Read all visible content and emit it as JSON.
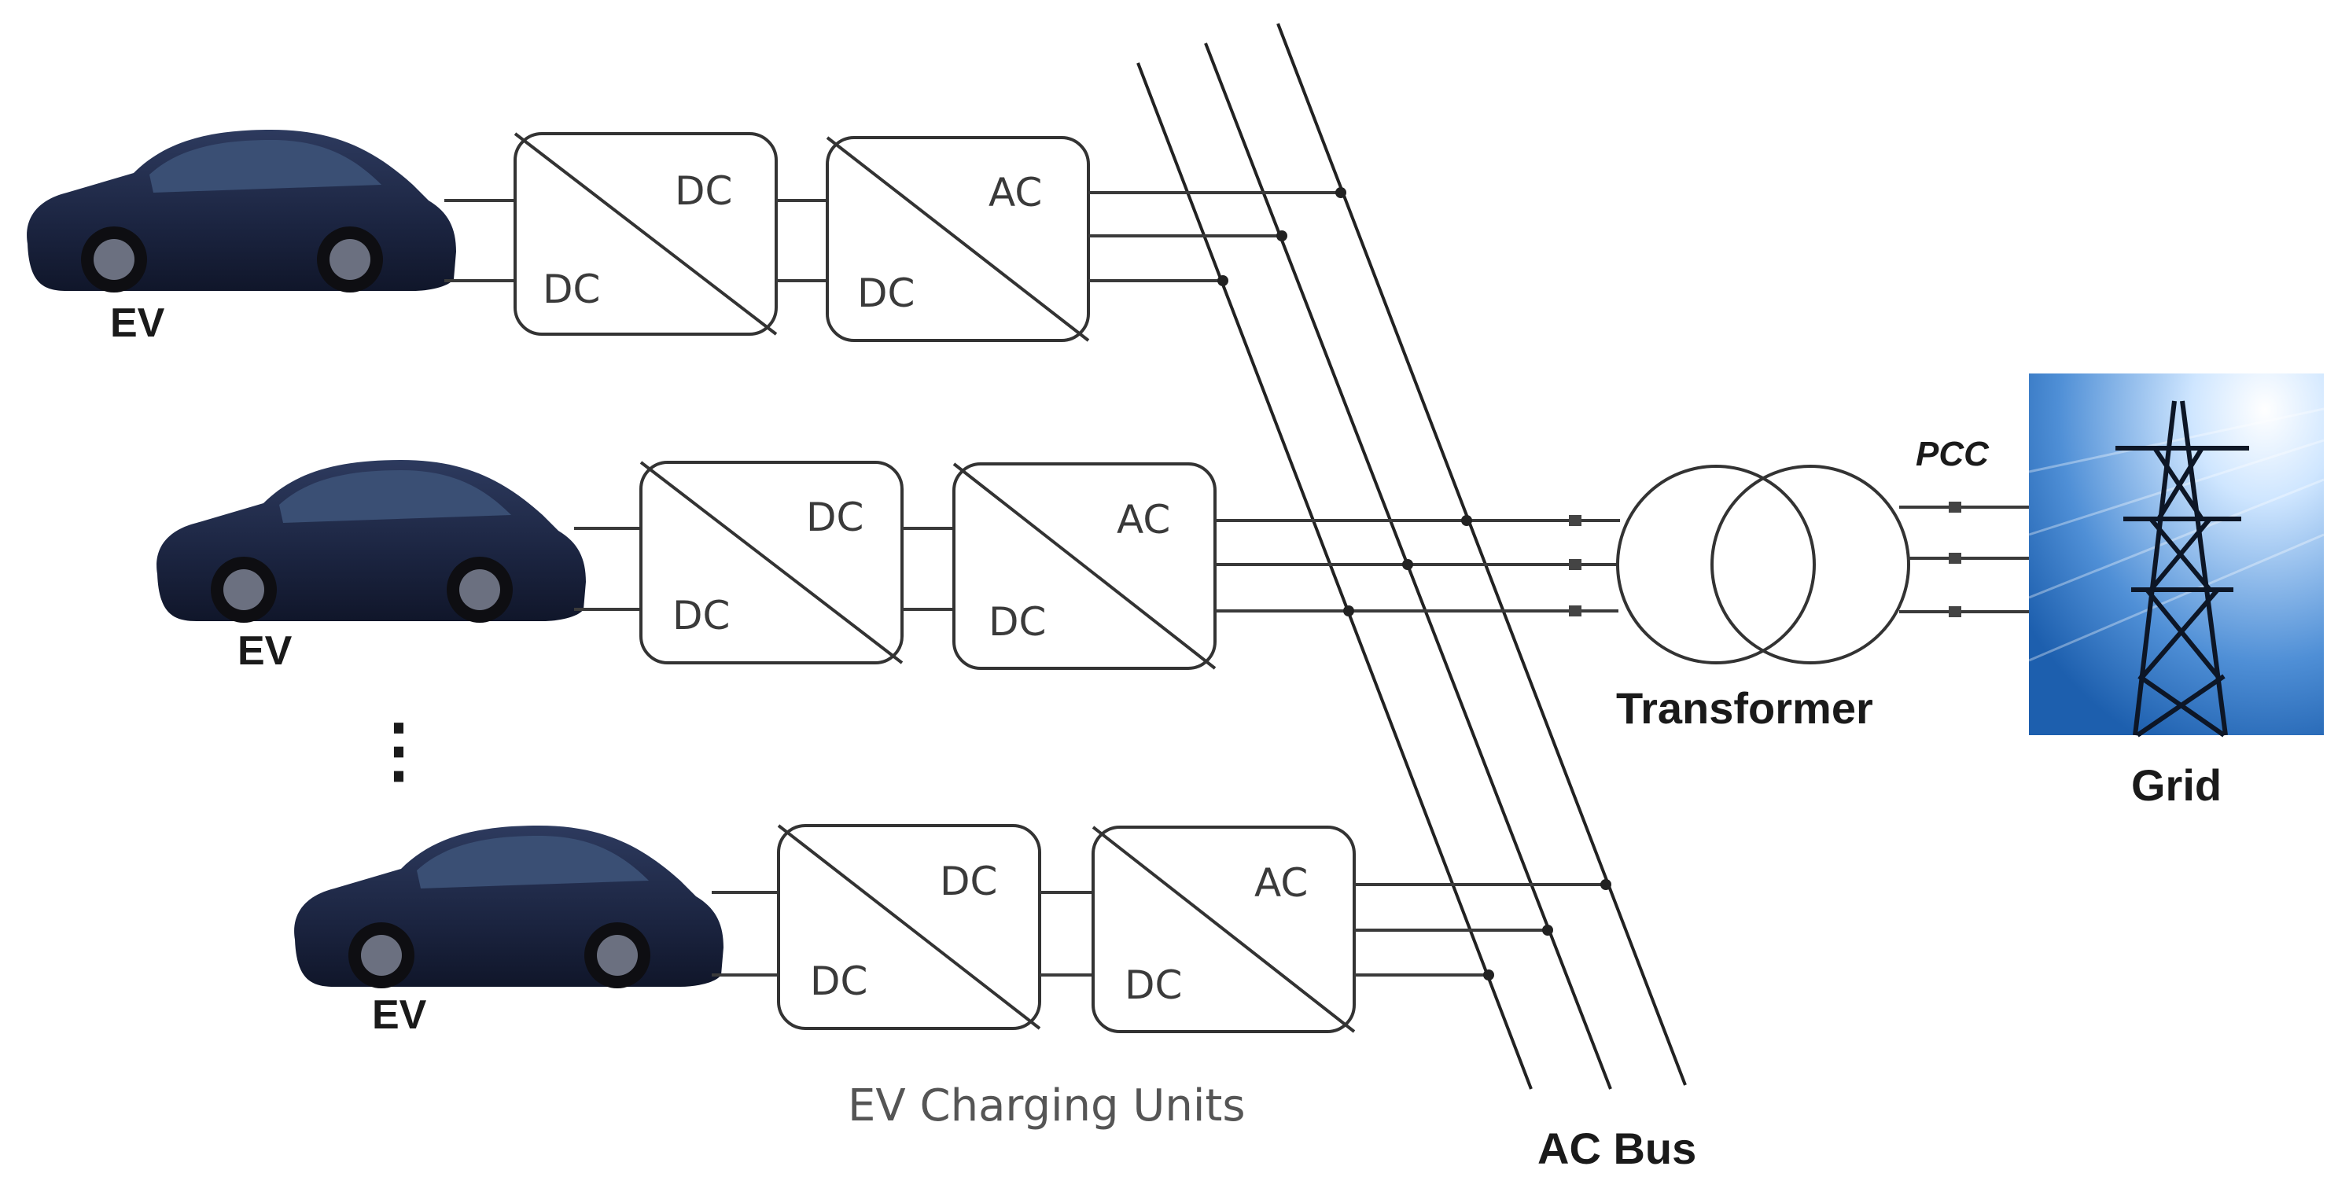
{
  "ev_units": [
    {
      "ev_label": "EV",
      "dcdc": {
        "top": "DC",
        "bottom": "DC"
      },
      "dcac": {
        "top": "AC",
        "bottom": "DC"
      }
    },
    {
      "ev_label": "EV",
      "dcdc": {
        "top": "DC",
        "bottom": "DC"
      },
      "dcac": {
        "top": "AC",
        "bottom": "DC"
      }
    },
    {
      "ev_label": "EV",
      "dcdc": {
        "top": "DC",
        "bottom": "DC"
      },
      "dcac": {
        "top": "AC",
        "bottom": "DC"
      }
    }
  ],
  "ellipsis": "⋮",
  "charging_units_label": "EV Charging Units",
  "ac_bus_label": "AC Bus",
  "transformer_label": "Transformer",
  "pcc_label": "PCC",
  "grid_label": "Grid",
  "colors": {
    "car_body": "#1b2440",
    "car_glass": "#3a4f74",
    "grid_sky_top": "#1d5fae",
    "grid_sky_light": "#cfe6ff"
  }
}
